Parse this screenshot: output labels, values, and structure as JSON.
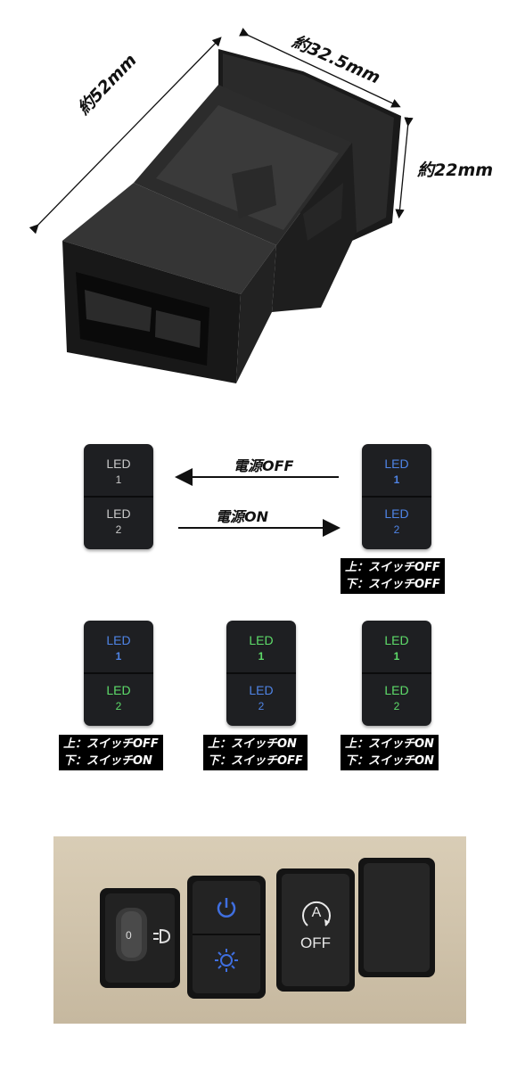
{
  "dimensions": {
    "depth": "約52mm",
    "width": "約32.5mm",
    "height": "約22mm"
  },
  "flow": {
    "power_off": "電源OFF",
    "power_on": "電源ON"
  },
  "switches": {
    "led_label": "LED",
    "num_1": "1",
    "num_2": "2"
  },
  "captions": {
    "c0_top": "上：スイッチOFF",
    "c0_bot": "下：スイッチOFF",
    "c1_top": "上：スイッチOFF",
    "c1_bot": "下：スイッチON",
    "c2_top": "上：スイッチON",
    "c2_bot": "下：スイッチOFF",
    "c3_top": "上：スイッチON",
    "c3_bot": "下：スイッチON"
  },
  "dash_panel": {
    "off_label": "OFF",
    "auto_letter": "A",
    "dial_letter": "0"
  },
  "colors": {
    "led_blue": "#4f84e6",
    "led_green": "#5edc6a",
    "led_off": "#c9c9c9"
  }
}
